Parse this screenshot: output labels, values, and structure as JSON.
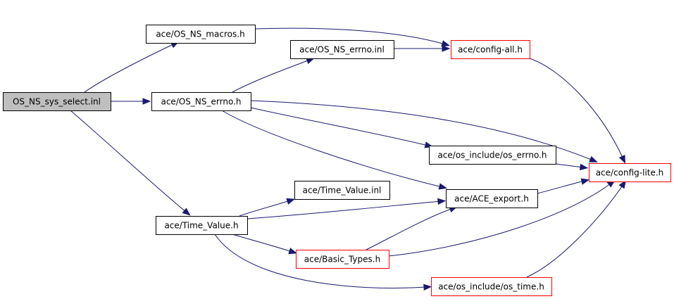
{
  "diagram": {
    "type": "include-dependency-graph",
    "colors": {
      "edge": "#191970",
      "root_fill": "#bfbfbf",
      "node_border": "#000000",
      "external_border": "#ff0000"
    },
    "nodes": [
      {
        "id": "root",
        "label": "OS_NS_sys_select.inl",
        "kind": "root"
      },
      {
        "id": "macros",
        "label": "ace/OS_NS_macros.h",
        "kind": "normal"
      },
      {
        "id": "errno_inl",
        "label": "ace/OS_NS_errno.inl",
        "kind": "normal"
      },
      {
        "id": "config_all",
        "label": "ace/config-all.h",
        "kind": "external"
      },
      {
        "id": "errno_h",
        "label": "ace/OS_NS_errno.h",
        "kind": "normal"
      },
      {
        "id": "os_errno",
        "label": "ace/os_include/os_errno.h",
        "kind": "normal"
      },
      {
        "id": "config_lite",
        "label": "ace/config-lite.h",
        "kind": "external"
      },
      {
        "id": "tv_inl",
        "label": "ace/Time_Value.inl",
        "kind": "normal"
      },
      {
        "id": "ace_export",
        "label": "ace/ACE_export.h",
        "kind": "normal"
      },
      {
        "id": "tv_h",
        "label": "ace/Time_Value.h",
        "kind": "normal"
      },
      {
        "id": "basic_types",
        "label": "ace/Basic_Types.h",
        "kind": "external"
      },
      {
        "id": "os_time",
        "label": "ace/os_include/os_time.h",
        "kind": "external"
      }
    ],
    "edges": [
      {
        "from": "root",
        "to": "macros"
      },
      {
        "from": "root",
        "to": "errno_h"
      },
      {
        "from": "root",
        "to": "tv_h"
      },
      {
        "from": "macros",
        "to": "config_all"
      },
      {
        "from": "errno_inl",
        "to": "config_all"
      },
      {
        "from": "config_all",
        "to": "config_lite"
      },
      {
        "from": "errno_h",
        "to": "errno_inl"
      },
      {
        "from": "errno_h",
        "to": "config_lite"
      },
      {
        "from": "errno_h",
        "to": "os_errno"
      },
      {
        "from": "errno_h",
        "to": "ace_export"
      },
      {
        "from": "os_errno",
        "to": "config_lite"
      },
      {
        "from": "ace_export",
        "to": "config_lite"
      },
      {
        "from": "tv_h",
        "to": "tv_inl"
      },
      {
        "from": "tv_h",
        "to": "ace_export"
      },
      {
        "from": "tv_h",
        "to": "basic_types"
      },
      {
        "from": "tv_h",
        "to": "os_time"
      },
      {
        "from": "basic_types",
        "to": "ace_export"
      },
      {
        "from": "basic_types",
        "to": "config_lite"
      },
      {
        "from": "os_time",
        "to": "config_lite"
      }
    ]
  }
}
